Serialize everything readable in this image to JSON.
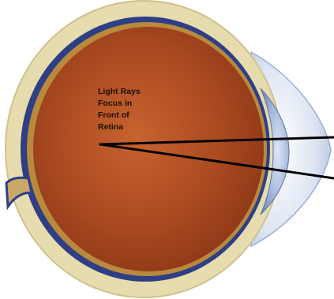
{
  "diagram": {
    "annotation": {
      "lines": [
        "Light Rays",
        "Focus in",
        "Front of",
        "Retina"
      ]
    },
    "colors": {
      "background": "#ffffff",
      "sclera_outer": "#e6dcae",
      "choroid_band": "#2f3f86",
      "retina_band": "#b98a3d",
      "vitreous_interior": "#a94a22",
      "cornea": "#c7d3e8",
      "lens": "#8ea4cf",
      "light_rays": "#000000"
    }
  }
}
